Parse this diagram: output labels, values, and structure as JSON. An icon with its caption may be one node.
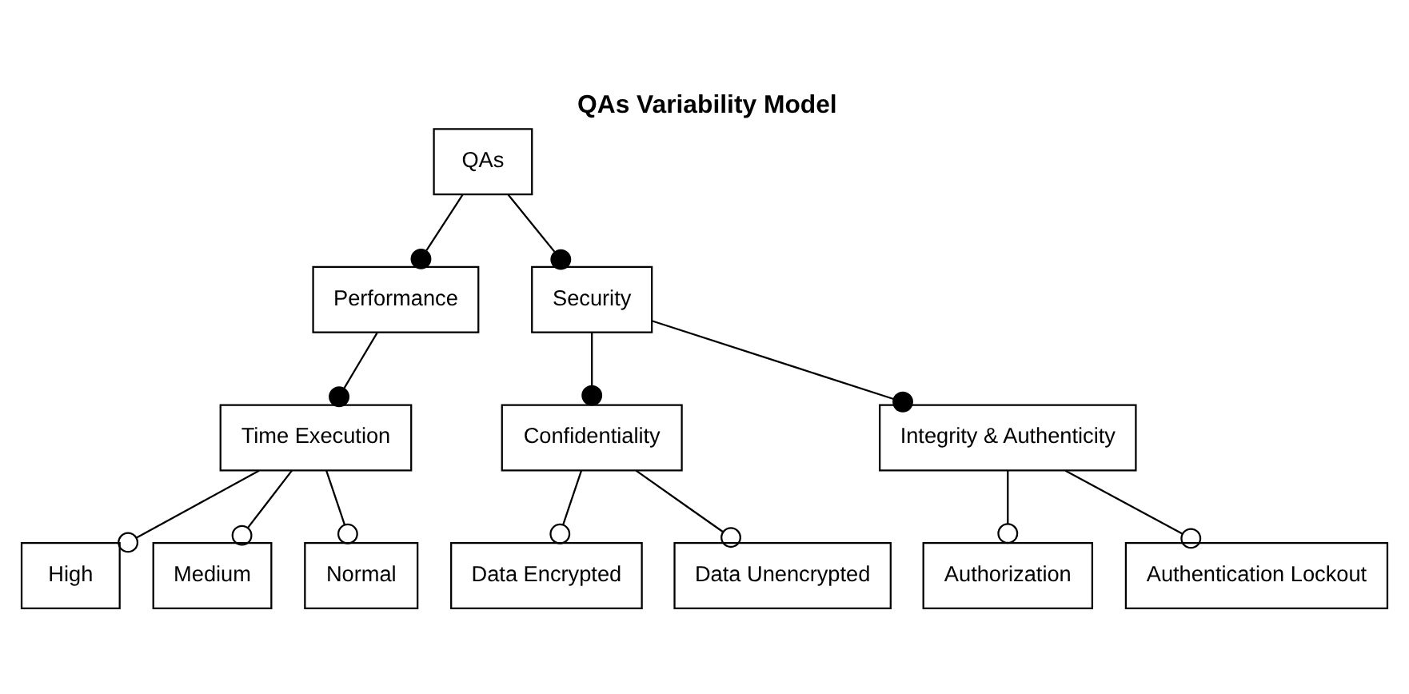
{
  "diagram": {
    "title": "QAs Variability Model",
    "nodes": [
      {
        "text": [
          "QAs"
        ]
      },
      {
        "text": [
          "Performance"
        ]
      },
      {
        "text": [
          "Security"
        ]
      },
      {
        "text": [
          "Time Execution"
        ]
      },
      {
        "text": [
          "Confidentiality"
        ]
      },
      {
        "text": [
          "Integrity & Authenticity"
        ]
      },
      {
        "text": [
          "High"
        ]
      },
      {
        "text": [
          "Medium"
        ]
      },
      {
        "text": [
          "Normal"
        ]
      },
      {
        "text": [
          "Data Encrypted"
        ]
      },
      {
        "text": [
          "Data Unencrypted"
        ]
      },
      {
        "text": [
          "Authorization"
        ]
      },
      {
        "text": [
          "Authentication Lockout"
        ]
      }
    ],
    "edges": [
      {
        "from": 0,
        "to": 1,
        "arrow": "other"
      },
      {
        "from": 0,
        "to": 2,
        "arrow": "other"
      },
      {
        "from": 1,
        "to": 3,
        "arrow": "other"
      },
      {
        "from": 2,
        "to": 4,
        "arrow": "other"
      },
      {
        "from": 2,
        "to": 5,
        "arrow": "other"
      },
      {
        "from": 3,
        "to": 6,
        "arrow": "other"
      },
      {
        "from": 3,
        "to": 7,
        "arrow": "other"
      },
      {
        "from": 3,
        "to": 8,
        "arrow": "other"
      },
      {
        "from": 4,
        "to": 9,
        "arrow": "other"
      },
      {
        "from": 4,
        "to": 10,
        "arrow": "other"
      },
      {
        "from": 5,
        "to": 11,
        "arrow": "other"
      },
      {
        "from": 5,
        "to": 12,
        "arrow": "other"
      }
    ]
  }
}
